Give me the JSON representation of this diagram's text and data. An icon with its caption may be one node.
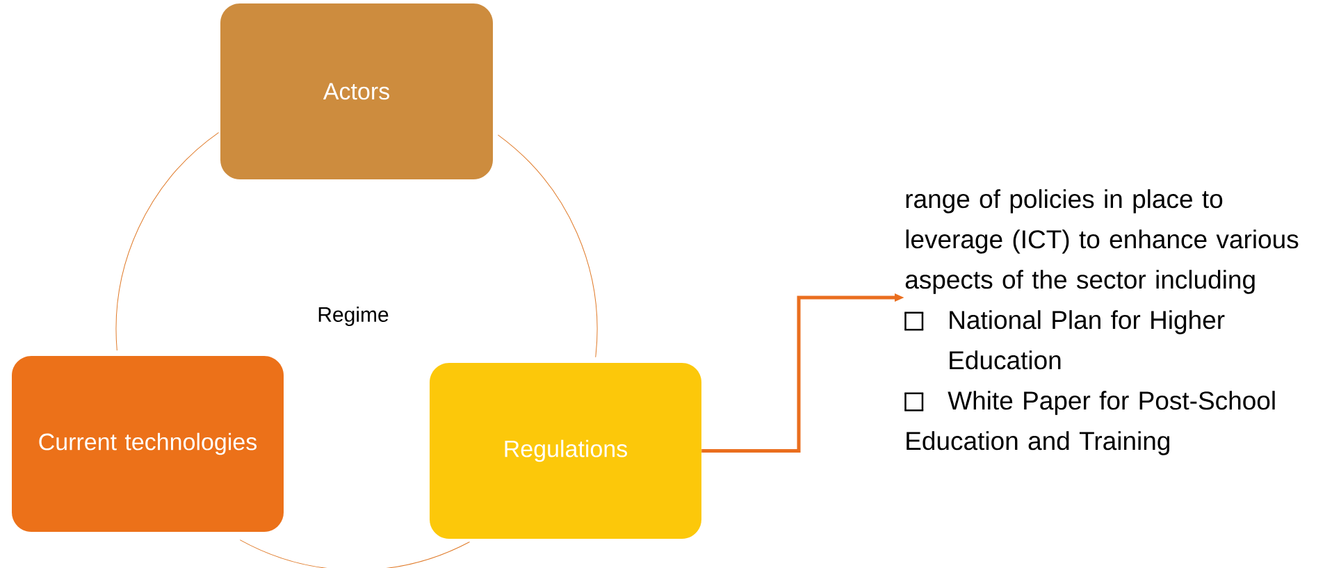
{
  "diagram": {
    "nodes": [
      {
        "text": [
          "Actors"
        ]
      },
      {
        "text": [
          "Current technologies"
        ]
      },
      {
        "text": [
          "Regulations"
        ]
      },
      {
        "text": [
          "range of policies in place to leverage (ICT) to enhance various aspects of the sector including",
          "National Plan for Higher Education",
          "White Paper for Post-School Education and Training"
        ]
      }
    ],
    "edges": [
      {
        "from": 0,
        "to": 1,
        "arrow": "none"
      },
      {
        "from": 1,
        "to": 2,
        "arrow": "none"
      },
      {
        "from": 2,
        "to": 0,
        "arrow": "none"
      },
      {
        "from": 2,
        "to": 3,
        "arrow": "to",
        "style": "thick",
        "color": "#ea6e1e"
      }
    ],
    "labels": [
      "Regime"
    ]
  }
}
